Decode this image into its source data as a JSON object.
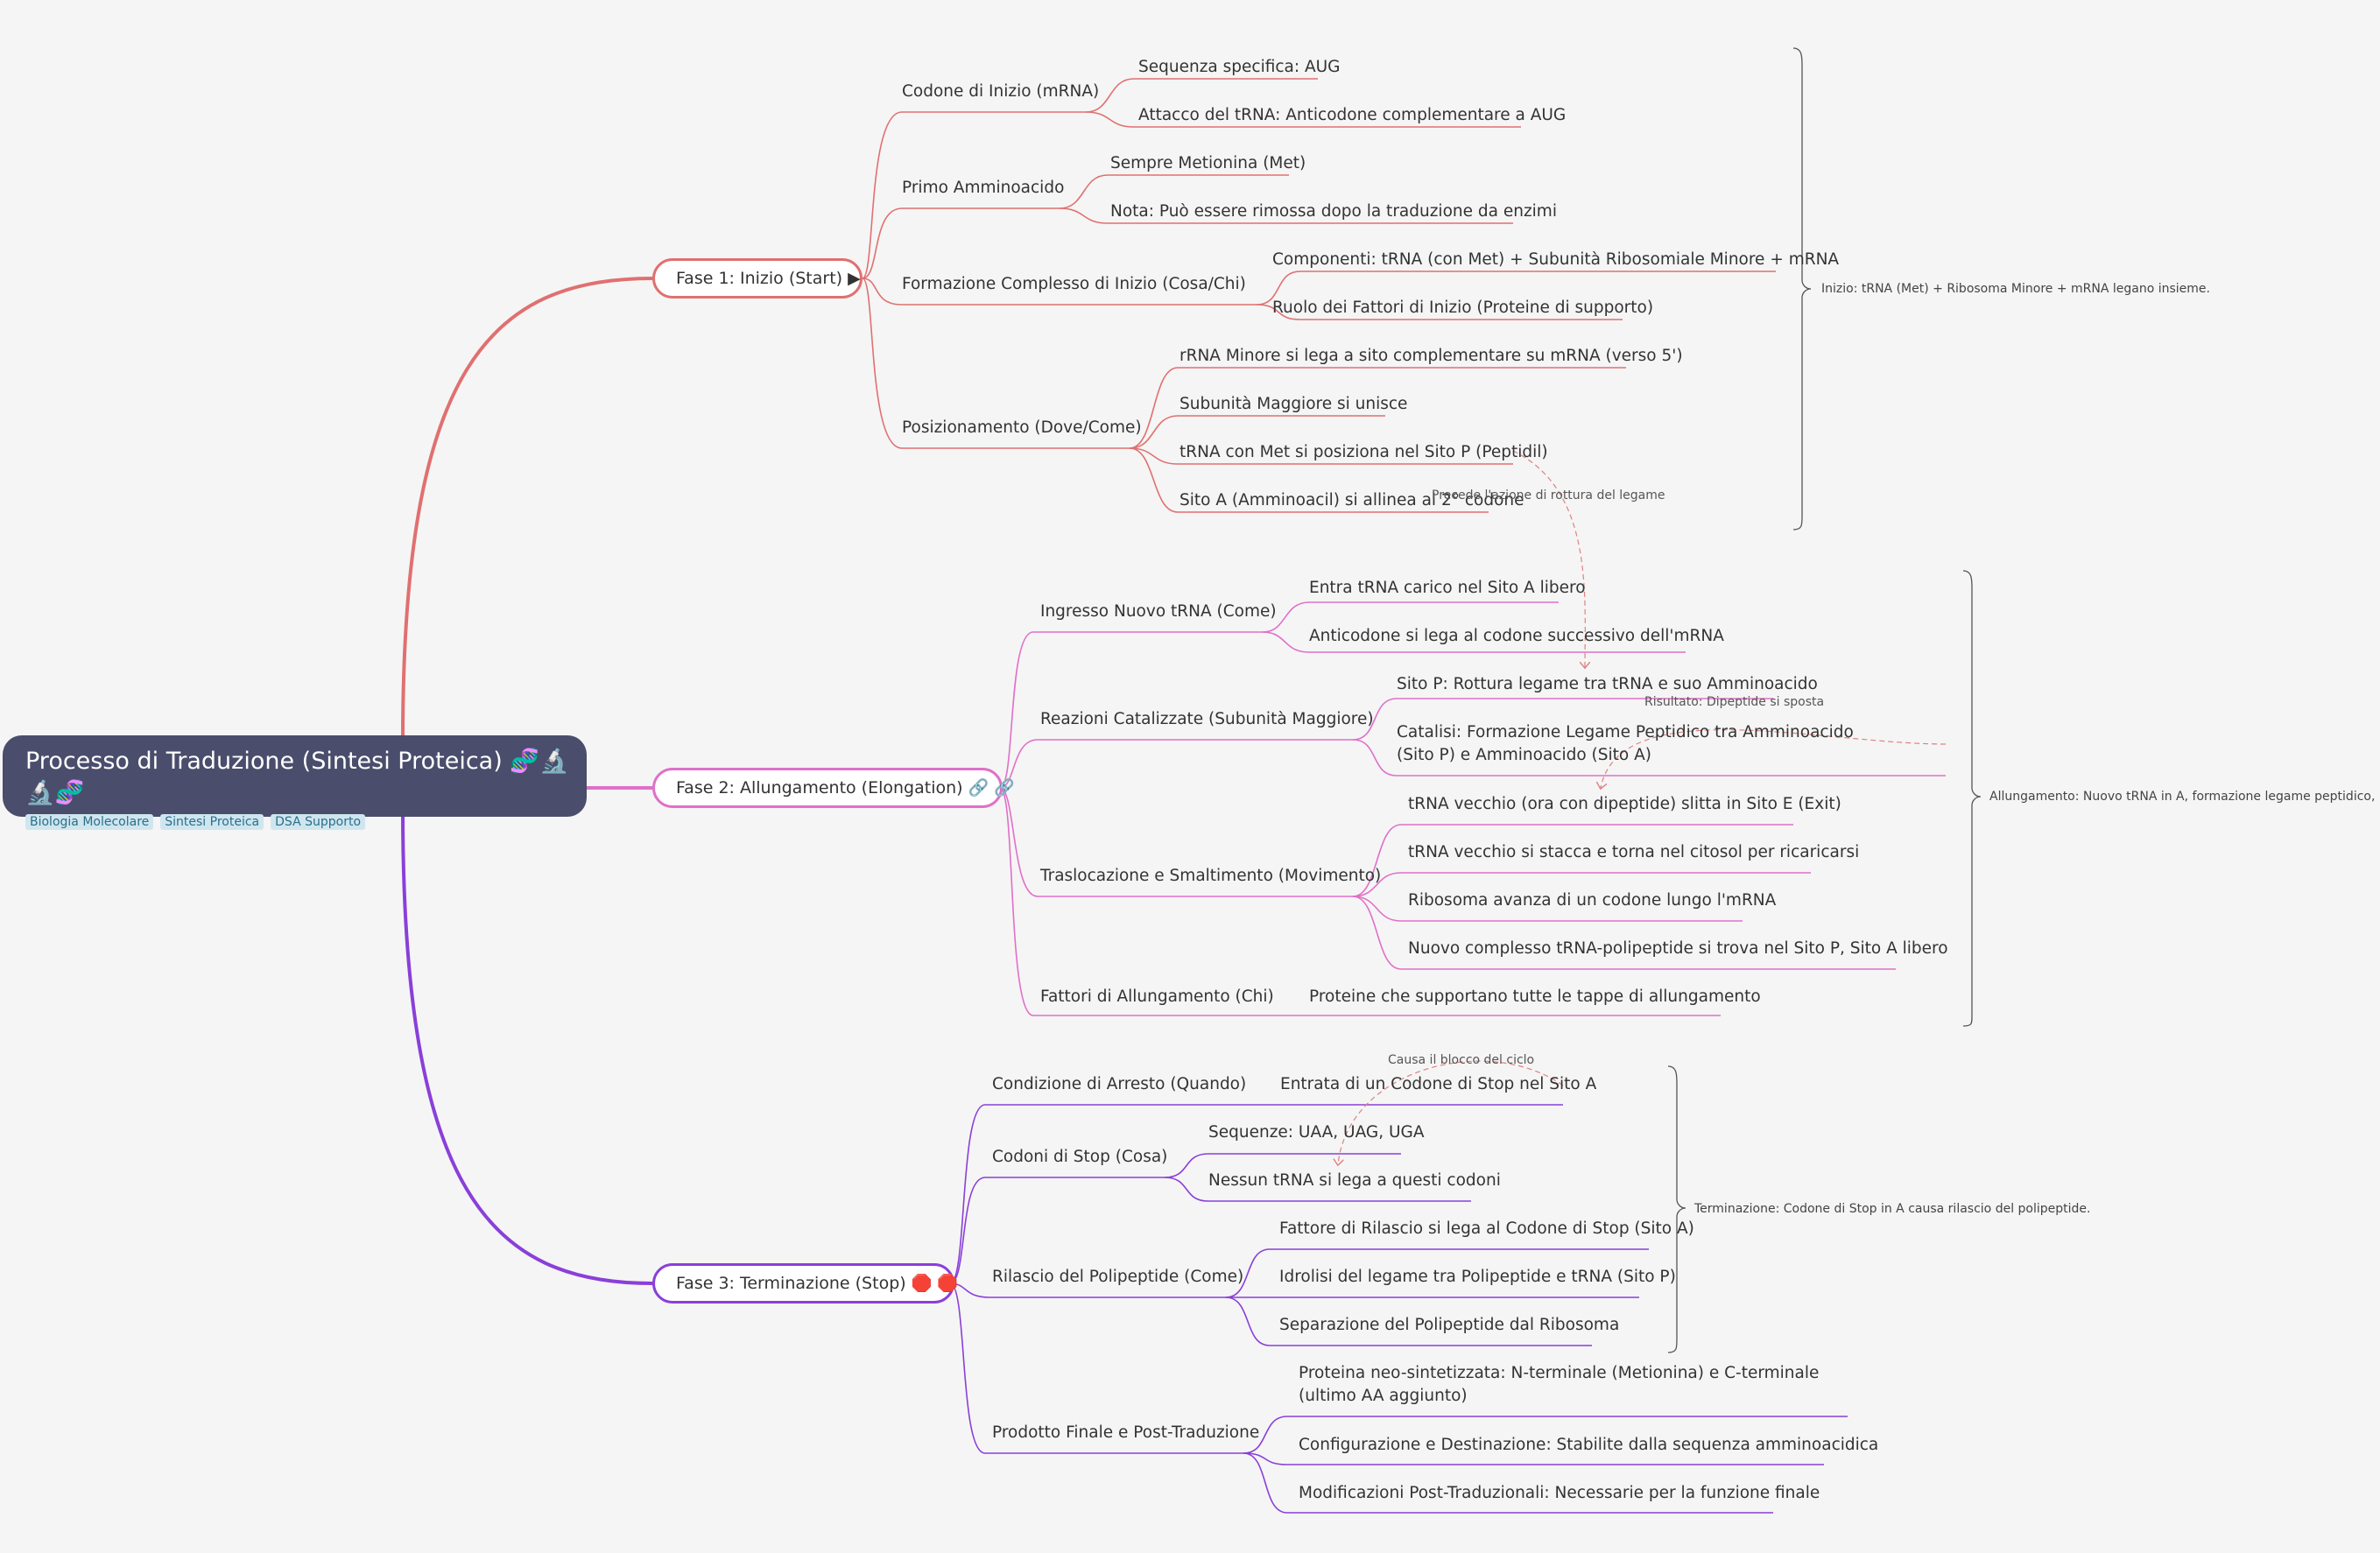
{
  "root": {
    "title": "Processo di Traduzione (Sintesi Proteica) 🧬🔬 🔬🧬",
    "tags": [
      "Biologia Molecolare",
      "Sintesi Proteica",
      "DSA Supporto"
    ]
  },
  "colors": {
    "phase1": "#e07070",
    "phase2": "#e070c8",
    "phase3": "#8a3fd9",
    "root_bg": "#4a4d6b",
    "relation": "#e08080"
  },
  "phase1": {
    "label": "Fase 1: Inizio (Start) ▶",
    "summary": "Inizio: tRNA (Met) + Ribosoma Minore + mRNA legano insieme.",
    "b1": {
      "label": "Codone di Inizio (mRNA)",
      "c": [
        "Sequenza specifica: AUG",
        "Attacco del tRNA: Anticodone complementare a AUG"
      ]
    },
    "b2": {
      "label": "Primo Amminoacido",
      "c": [
        "Sempre Metionina (Met)",
        "Nota: Può essere rimossa dopo la traduzione da enzimi"
      ]
    },
    "b3": {
      "label": "Formazione Complesso di Inizio (Cosa/Chi)",
      "c": [
        "Componenti: tRNA (con Met) + Subunità Ribosomiale Minore + mRNA",
        "Ruolo dei Fattori di Inizio (Proteine di supporto)"
      ]
    },
    "b4": {
      "label": "Posizionamento (Dove/Come)",
      "c": [
        "rRNA Minore si lega a sito complementare su mRNA (verso 5')",
        "Subunità Maggiore si unisce",
        "tRNA con Met si posiziona nel Sito P (Peptidil)",
        "Sito A (Amminoacil) si allinea al 2° codone"
      ]
    }
  },
  "phase2": {
    "label": "Fase 2: Allungamento (Elongation) 🔗 🔗",
    "summary": "Allungamento: Nuovo tRNA in A, formazione legame peptidico,",
    "b1": {
      "label": "Ingresso Nuovo tRNA (Come)",
      "c": [
        "Entra tRNA carico nel Sito A libero",
        "Anticodone si lega al codone successivo dell'mRNA"
      ]
    },
    "b2": {
      "label": "Reazioni Catalizzate (Subunità Maggiore)",
      "c": [
        "Sito P: Rottura legame tra tRNA e suo Amminoacido",
        "Catalisi: Formazione Legame Peptidico tra Amminoacido (Sito P) e Amminoacido (Sito A)"
      ]
    },
    "b3": {
      "label": "Traslocazione e Smaltimento (Movimento)",
      "c": [
        "tRNA vecchio (ora con dipeptide) slitta in Sito E (Exit)",
        "tRNA vecchio si stacca e torna nel citosol per ricaricarsi",
        "Ribosoma avanza di un codone lungo l'mRNA",
        "Nuovo complesso tRNA-polipeptide si trova nel Sito P, Sito A libero"
      ]
    },
    "b4": {
      "label": "Fattori di Allungamento (Chi)",
      "c": [
        "Proteine che supportano tutte le tappe di allungamento"
      ]
    }
  },
  "phase3": {
    "label": "Fase 3: Terminazione (Stop) 🛑 🛑",
    "summary": "Terminazione: Codone di Stop in A causa rilascio del polipeptide.",
    "b1": {
      "label": "Condizione di Arresto (Quando)",
      "c": [
        "Entrata di un Codone di Stop nel Sito A"
      ]
    },
    "b2": {
      "label": "Codoni di Stop (Cosa)",
      "c": [
        "Sequenze: UAA, UAG, UGA",
        "Nessun tRNA si lega a questi codoni"
      ]
    },
    "b3": {
      "label": "Rilascio del Polipeptide (Come)",
      "c": [
        "Fattore di Rilascio si lega al Codone di Stop (Sito A)",
        "Idrolisi del legame tra Polipeptide e tRNA (Sito P)",
        "Separazione del Polipeptide dal Ribosoma"
      ]
    },
    "b4": {
      "label": "Prodotto Finale e Post-Traduzione",
      "c": [
        "Proteina neo-sintetizzata: N-terminale (Metionina) e C-terminale (ultimo AA aggiunto)",
        "Configurazione e Destinazione: Stabilite dalla sequenza amminoacidica",
        "Modificazioni Post-Traduzionali: Necessarie per la funzione finale"
      ]
    }
  },
  "relations": [
    "Precede l'azione di rottura del legame",
    "Risultato: Dipeptide si sposta",
    "Causa il blocco del ciclo"
  ]
}
